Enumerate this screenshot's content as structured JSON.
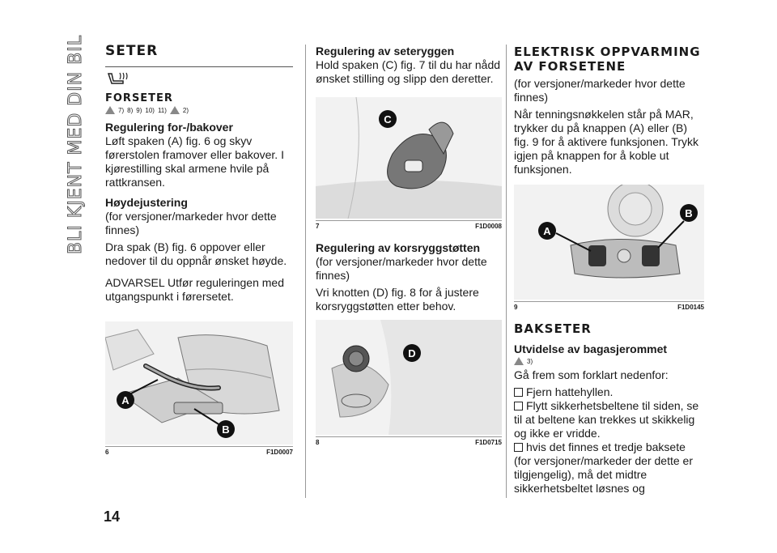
{
  "side_label": "BLI KJENT MED DIN BIL",
  "page_number": "14",
  "col1": {
    "title": "SETER",
    "subtitle": "FORSETER",
    "refs": [
      "7)",
      "8)",
      "9)",
      "10)",
      "11)",
      "2)"
    ],
    "h_adjust": "Regulering for-/bakover",
    "p_adjust": "Løft spaken (A) fig. 6 og skyv førerstolen framover eller bakover. I kjørestilling skal armene hvile på rattkransen.",
    "h_height": "Høydejustering",
    "p_height_1": "(for versjoner/markeder hvor dette finnes)",
    "p_height_2": "Dra spak (B) fig. 6 oppover eller nedover til du oppnår ønsket høyde.",
    "p_warning": "ADVARSEL Utfør reguleringen med utgangspunkt i førersetet.",
    "fig_number": "6",
    "fig_code": "F1D0007",
    "label_a": "A",
    "label_b": "B"
  },
  "col2": {
    "h_back": "Regulering av seteryggen",
    "p_back": "Hold spaken (C) fig. 7 til du har nådd ønsket stilling og slipp den deretter.",
    "fig7_number": "7",
    "fig7_code": "F1D0008",
    "label_c": "C",
    "h_lumbar": "Regulering av korsryggstøtten",
    "p_lumbar_1": "(for versjoner/markeder hvor dette finnes)",
    "p_lumbar_2": "Vri knotten (D) fig. 8 for å justere korsryggstøtten etter behov.",
    "fig8_number": "8",
    "fig8_code": "F1D0715",
    "label_d": "D"
  },
  "col3": {
    "title": "ELEKTRISK OPPVARMING AV FORSETENE",
    "p_heat_1": "(for versjoner/markeder hvor dette finnes)",
    "p_heat_2": "Når tenningsnøkkelen står på MAR, trykker du på knappen (A) eller (B) fig. 9 for å aktivere funksjonen. Trykk igjen på knappen for å koble ut funksjonen.",
    "fig9_number": "9",
    "fig9_code": "F1D0145",
    "label_a": "A",
    "label_b": "B",
    "title_rear": "BAKSETER",
    "h_cargo": "Utvidelse av bagasjerommet",
    "ref_3": "3)",
    "p_cargo": "Gå frem som forklart nedenfor:",
    "bullet_1": "Fjern hattehyllen.",
    "bullet_2": "Flytt sikkerhetsbeltene til siden, se til at beltene kan trekkes ut skikkelig og ikke er vridde.",
    "bullet_3": "hvis det finnes et tredje baksete (for versjoner/markeder der dette er tilgjengelig), må det midtre sikkerhetsbeltet løsnes og"
  },
  "colors": {
    "text": "#1a1a1a",
    "rule": "#555555",
    "callout": "#111111"
  }
}
